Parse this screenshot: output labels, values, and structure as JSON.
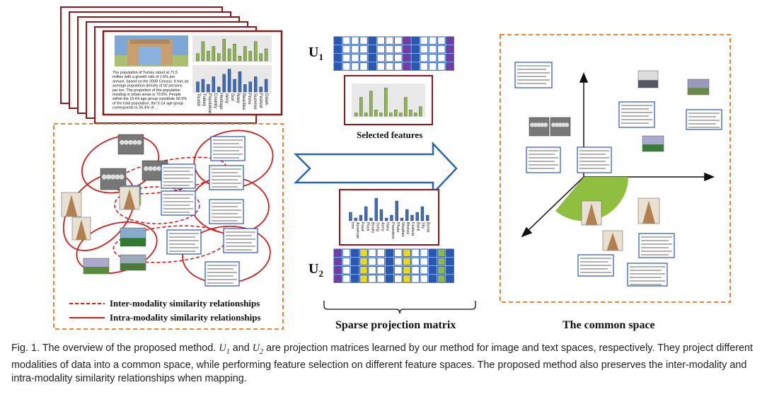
{
  "labels": {
    "u1": "U",
    "u1_sub": "1",
    "u2": "U",
    "u2_sub": "2",
    "selected_features": "Selected features",
    "sparse_projection": "Sparse projection matrix",
    "common_space": "The common space"
  },
  "legend": {
    "inter": "Inter-modality similarity relationships",
    "intra": "Intra-modality similarity relationships"
  },
  "text_doc": {
    "lines": [
      "The population of Turkey stood at 71.5",
      "million with a growth rate of 1.6% per",
      "annum, based on the 2008 Census. It has an",
      "average population density of 92 persons",
      "per km. The proportion of the population",
      "residing in urban areas is 70.5%. People",
      "within the 15-64 age group constitute 66.5%",
      "of the total population, the 0-14 age group",
      "corresponds to 26.4% of ..."
    ]
  },
  "text_words": [
    "Tourist",
    "Turkey",
    "Population",
    "Country",
    "Heritage",
    "Army",
    "Sun",
    "Navy",
    "Beaches",
    "Prime",
    "Summer",
    "Festival",
    "Greek"
  ],
  "text_words_bottom": [
    "Iron",
    "American",
    "Food",
    "Rock",
    "Books",
    "Song",
    "Army",
    "Navy",
    "President",
    "Photo",
    "Weather",
    "Bronze",
    "Festival",
    "Bank",
    "Sky",
    "Bomb"
  ],
  "caption": {
    "p1": "Fig. 1. The overview of the proposed method. ",
    "v1": "U",
    "v1s": "1",
    "p2": " and ",
    "v2": "U",
    "v2s": "2",
    "p3": " are projection matrices learned by our method for image and text spaces, respectively. They project different modalities of data into a common space, while performing feature selection on different feature spaces. The proposed method also preserves the inter-modality and intra-modality similarity relationships when mapping."
  },
  "colors": {
    "frame_red": "#8b1a1a",
    "dash_orange": "#e07820",
    "ellipse_red": "#d22020",
    "grid_blue": "#2a58b0",
    "bar_green": "#8fb84a",
    "bar_blue": "#3a6cc0",
    "purple": "#7a3aa0",
    "yellow": "#e8d820",
    "sector_green": "#8fbf3f"
  }
}
